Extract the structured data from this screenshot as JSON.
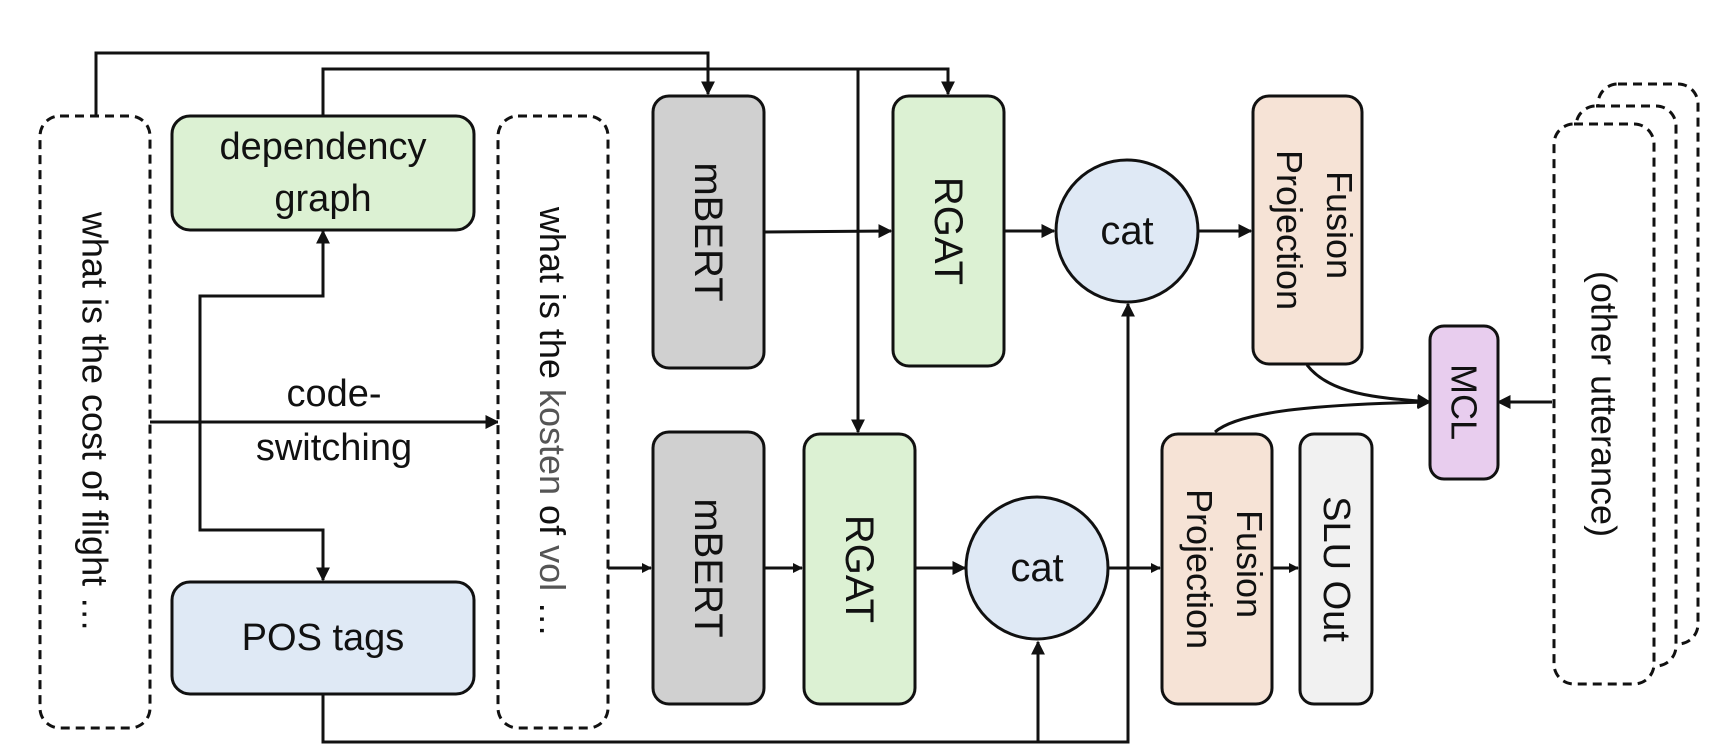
{
  "nodes": {
    "input_en": {
      "label": "what is the cost of flight …"
    },
    "dependency_graph": {
      "label_line1": "dependency",
      "label_line2": "graph"
    },
    "code_switching": {
      "label_line1": "code-",
      "label_line2": "switching"
    },
    "pos_tags": {
      "label": "POS tags"
    },
    "input_cs": {
      "part1": "what is the ",
      "part2": "kosten",
      "part3": " of ",
      "part4": "vol",
      "part5": " …"
    },
    "mbert_top": {
      "label": "mBERT"
    },
    "rgat_top": {
      "label": "RGAT"
    },
    "cat_top": {
      "label": "cat"
    },
    "fusion_top": {
      "label_line1": "Fusion",
      "label_line2": "Projection"
    },
    "mbert_bottom": {
      "label": "mBERT"
    },
    "rgat_bottom": {
      "label": "RGAT"
    },
    "cat_bottom": {
      "label": "cat"
    },
    "fusion_bottom": {
      "label_line1": "Fusion",
      "label_line2": "Projection"
    },
    "slu_out": {
      "label": "SLU Out"
    },
    "mcl": {
      "label": "MCL"
    },
    "other_utterance": {
      "label": "(other utterance)"
    }
  },
  "colors": {
    "green": "#dcf1d3",
    "blue": "#dfe9f5",
    "gray": "#d0d0d0",
    "peach": "#f6e3d6",
    "purple": "#e8cdee",
    "light_gray": "#f1f1f1",
    "stroke": "#111111",
    "muted_text": "#555555"
  }
}
